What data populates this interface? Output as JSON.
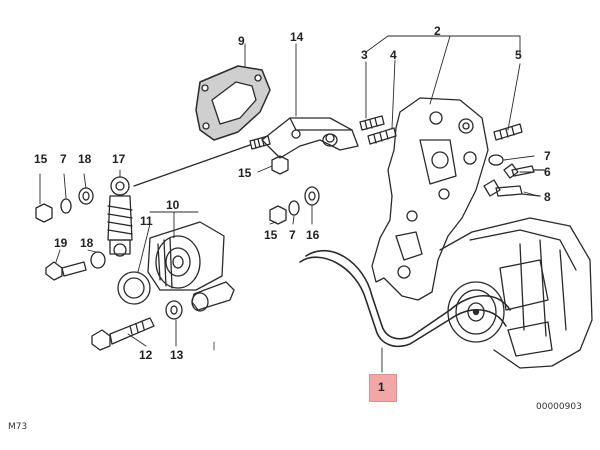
{
  "diagram": {
    "page_code": "M73",
    "image_number": "00000903",
    "highlighted_part": "1",
    "highlight_color": "#f2a7a7",
    "line_color": "#2a2a2a",
    "labels": {
      "p1": "1",
      "p2": "2",
      "p3": "3",
      "p4": "4",
      "p5": "5",
      "p6": "6",
      "p7a": "7",
      "p7b": "7",
      "p7c": "7",
      "p8": "8",
      "p9": "9",
      "p10": "10",
      "p11": "11",
      "p12": "12",
      "p13": "13",
      "p14": "14",
      "p15a": "15",
      "p15b": "15",
      "p15c": "15",
      "p16": "16",
      "p17": "17",
      "p18a": "18",
      "p18b": "18",
      "p19": "19"
    }
  }
}
